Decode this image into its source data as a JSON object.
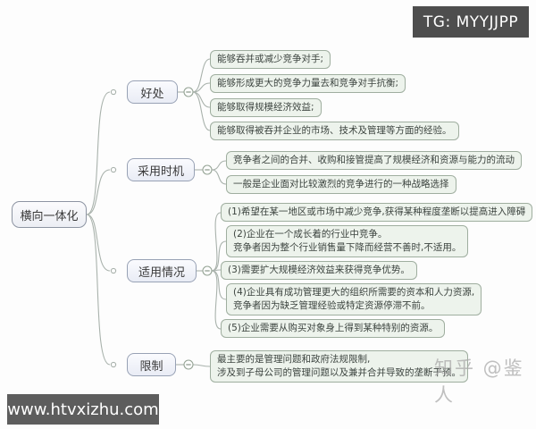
{
  "overlays": {
    "tg_label": "TG: MYYJJPP",
    "site_label": "www.htvxizhu.com",
    "watermark": "知乎 @鉴人"
  },
  "icons": {
    "collapse": "minus-in-circle",
    "connector_dot": "small-circle"
  },
  "colors": {
    "leaf_bg": "#edf3ec",
    "leaf_border": "#9fae9f",
    "branch_bg": "#f0f2f9",
    "branch_border": "#98a2b5",
    "wire": "#a9b2ac",
    "overlay_bg": "#515151"
  },
  "tree": {
    "root": "横向一体化",
    "branches": [
      {
        "label": "好处",
        "leaves": [
          "能够吞并或减少竞争对手;",
          "能够形成更大的竞争力量去和竞争对手抗衡;",
          "能够取得规模经济效益;",
          "能够取得被吞并企业的市场、技术及管理等方面的经验。"
        ]
      },
      {
        "label": "采用时机",
        "leaves": [
          "竞争者之间的合并、收购和接管提高了规模经济和资源与能力的流动",
          "一般是企业面对比较激烈的竞争进行的一种战略选择"
        ]
      },
      {
        "label": "适用情况",
        "leaves": [
          "(1)希望在某一地区或市场中减少竞争,获得某种程度垄断以提高进入障碍",
          "(2)企业在一个成长着的行业中竞争。\n竞争者因为整个行业销售量下降而经营不善时,不适用。",
          "(3)需要扩大规模经济效益来获得竞争优势。",
          "(4)企业具有成功管理更大的组织所需要的资本和人力资源,\n竞争者因为缺乏管理经验或特定资源停滞不前。",
          "(5)企业需要从购买对象身上得到某种特别的资源。"
        ]
      },
      {
        "label": "限制",
        "leaves": [
          "最主要的是管理问题和政府法规限制,\n涉及到子母公司的管理问题以及兼并合并导致的垄断干预。"
        ]
      }
    ]
  }
}
